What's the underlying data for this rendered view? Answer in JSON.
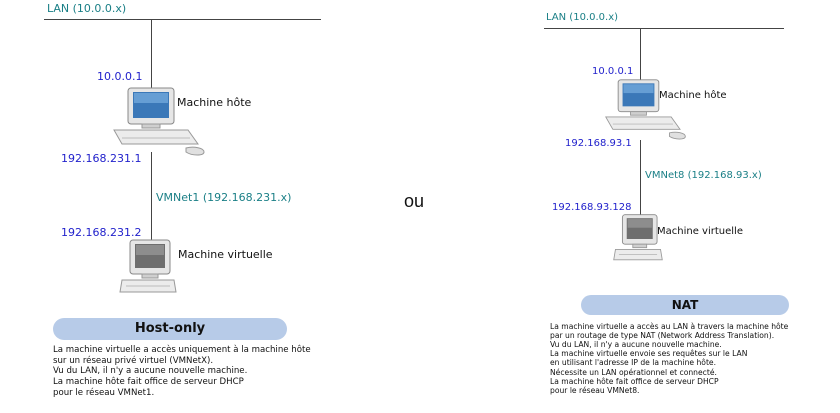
{
  "left": {
    "lan_label": "LAN (10.0.0.x)",
    "host_ip_top": "10.0.0.1",
    "host_label": "Machine hôte",
    "host_ip_bottom": "192.168.231.1",
    "vmnet_label": "VMNet1 (192.168.231.x)",
    "vm_ip": "192.168.231.2",
    "vm_label": "Machine virtuelle",
    "mode_title": "Host-only",
    "description": [
      "La machine virtuelle a accès uniquement à la machine hôte",
      "sur un réseau privé virtuel (VMNetX).",
      "Vu du LAN, il n'y a aucune nouvelle machine.",
      "La machine hôte fait office de serveur DHCP",
      "pour le réseau VMNet1."
    ]
  },
  "separator": "ou",
  "right": {
    "lan_label": "LAN (10.0.0.x)",
    "host_ip_top": "10.0.0.1",
    "host_label": "Machine hôte",
    "host_ip_bottom": "192.168.93.1",
    "vmnet_label": "VMNet8 (192.168.93.x)",
    "vm_ip": "192.168.93.128",
    "vm_label": "Machine virtuelle",
    "mode_title": "NAT",
    "description": [
      "La machine virtuelle a accès au LAN à travers la machine hôte",
      "par un routage de type NAT (Network Address Translation).",
      "Vu du LAN, il n'y a aucune nouvelle machine.",
      "La machine virtuelle envoie ses requêtes sur le LAN",
      "en utilisant l'adresse IP de la machine hôte.",
      "Nécessite un LAN opérationnel et connecté.",
      "La machine hôte fait office de serveur DHCP",
      "pour le réseau VMNet8."
    ]
  },
  "colors": {
    "lan_teal": "#1a7f86",
    "ip_blue": "#2222cc",
    "badge_blue": "#b7cbe8"
  },
  "icons": [
    "host-computer-icon",
    "virtual-machine-icon"
  ]
}
